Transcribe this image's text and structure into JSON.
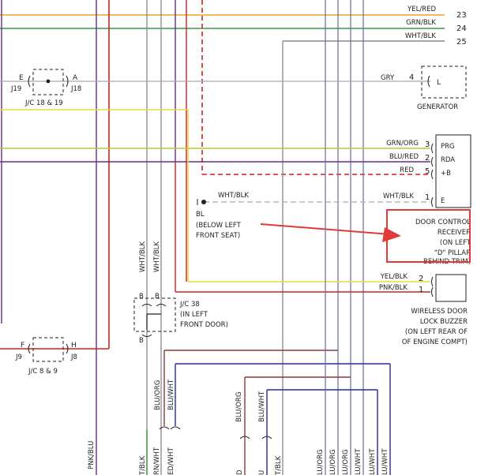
{
  "wires_right": [
    {
      "id": "w23",
      "color_label": "YEL/RED",
      "pin": "23",
      "stroke": "#f0a030"
    },
    {
      "id": "w24",
      "color_label": "GRN/BLK",
      "pin": "24",
      "stroke": "#3a9a3a"
    },
    {
      "id": "w25",
      "color_label": "WHT/BLK",
      "pin": "25",
      "stroke": "#888888"
    }
  ],
  "jc18": {
    "left_pin": "E",
    "right_pin": "A",
    "left_conn": "J19",
    "right_conn": "J18",
    "label": "J/C 18 & 19"
  },
  "generator": {
    "wire_label": "GRY",
    "pin": "4",
    "terminal": "L",
    "label": "GENERATOR"
  },
  "receiver": {
    "terminals": [
      {
        "wire_label": "GRN/ORG",
        "pin": "3",
        "term": "PRG"
      },
      {
        "wire_label": "BLU/RED",
        "pin": "2",
        "term": "RDA"
      },
      {
        "wire_label": "RED",
        "pin": "5",
        "term": "+B"
      },
      {
        "wire_label": "WHT/BLK",
        "pin": "1",
        "term": "E"
      }
    ],
    "label_lines": [
      "DOOR CONTROL",
      "RECEIVER",
      "(ON LEFT",
      "\"D\" PILLAR",
      "BEHIND TRIM)"
    ]
  },
  "ground": {
    "wire_label": "WHT/BLK",
    "lines": [
      "BL",
      "(BELOW LEFT",
      "FRONT SEAT)"
    ]
  },
  "buzzer": {
    "wires": [
      {
        "wire_label": "YEL/BLK",
        "pin": "2"
      },
      {
        "wire_label": "PNK/BLK",
        "pin": "1"
      }
    ],
    "label_lines": [
      "WIRELESS DOOR",
      "LOCK BUZZER",
      "(ON LEFT REAR OF",
      "OF ENGINE COMPT)"
    ]
  },
  "jc38": {
    "pins": [
      "B",
      "B",
      "B"
    ],
    "lines": [
      "J/C 38",
      "(IN LEFT",
      "FRONT DOOR)"
    ]
  },
  "jc8": {
    "left_pin": "F",
    "right_pin": "H",
    "left_conn": "J9",
    "right_conn": "J8",
    "label": "J/C 8 & 9"
  },
  "vertical_labels": {
    "wht_blk_1": "WHT/BLK",
    "wht_blk_2": "WHT/BLK",
    "blu_org_1": "BLU/ORG",
    "blu_wht_1": "BLU/WHT",
    "blu_org_2": "BLU/ORG",
    "blu_wht_2": "BLU/WHT",
    "pnk_blu": "PNK/BLU"
  },
  "bottom_labels": [
    "T/BLK",
    "RN/WHT",
    "ED/WHT",
    "D",
    "U",
    "T/BLK",
    "LU/ORG",
    "LU/ORG",
    "LU/ORG",
    "LU/WHT",
    "LU/WHT",
    "LU/WHT"
  ],
  "colors": {
    "red": "#d42020",
    "purple": "#6a2c8a",
    "yellow": "#e8d84a",
    "green": "#3a9a3a",
    "orange": "#f0a030",
    "blue": "#2a2a9a",
    "gray": "#888888",
    "highlight": "#e03a3a"
  }
}
